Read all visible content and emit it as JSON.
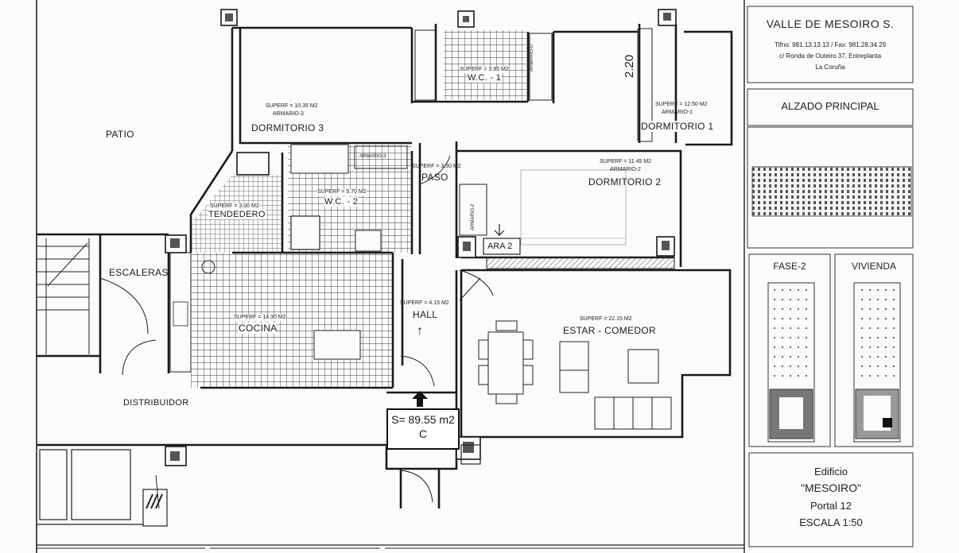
{
  "rooms": {
    "patio": "PATIO",
    "dormitorio3": {
      "name": "DORMITORIO 3",
      "superficie": "SUPERF = 10.35 M2",
      "armario": "ARMARIO-3"
    },
    "wc1": {
      "name": "W.C. - 1",
      "superficie": "SUPERF = 3.95 M2"
    },
    "dormitorio1": {
      "name": "DORMITORIO 1",
      "superficie": "SUPERF = 12.50 M2",
      "armario": "ARMARIO-1"
    },
    "paso": {
      "name": "PASO",
      "superficie": "SUPERF = 3.50 M2"
    },
    "dormitorio2": {
      "name": "DORMITORIO 2",
      "superficie": "SUPERF = 11.45 M2",
      "armario": "ARMARIO-2"
    },
    "wc2": {
      "name": "W.C. - 2",
      "superficie": "SUPERF = 5.70 M2"
    },
    "tendedero": {
      "name": "TENDEDERO",
      "superficie": "SUPERF = 3.00 M2"
    },
    "escaleras": "ESCALERAS",
    "cocina": {
      "name": "COCINA",
      "superficie": "SUPERF = 14.30 M2"
    },
    "hall": {
      "name": "HALL",
      "superficie": "SUPERF = 4.15 M2"
    },
    "estar": {
      "name": "ESTAR - COMEDOR",
      "superficie": "SUPERF = 22.15 M2"
    },
    "distribuidor": "DISTRIBUIDOR"
  },
  "annotations": {
    "armario3_small": "ARMARIO-3",
    "armario_d": "ARMARIO-D",
    "armario2_small": "ARMARIO-2",
    "height_note": "2.20",
    "hand_note": "ARA 2",
    "arrow_up": "↑",
    "entrance_arrow": "▲"
  },
  "surface_box": {
    "line1": "S= 89.55 m2",
    "line2": "C"
  },
  "title_block": {
    "company": "VALLE DE MESOIRO S.",
    "phone": "Tlfno: 981.13.13.13 / Fax: 981.28.34.29",
    "address": "c/ Ronda de Outeiro 37, Entreplanta",
    "city": "La Coruña",
    "elevation_title": "ALZADO PRINCIPAL",
    "fase": "FASE-2",
    "vivienda": "VIVIENDA",
    "building_label": "Edificio",
    "building_name": "\"MESOIRO\"",
    "portal": "Portal 12",
    "scale": "ESCALA 1:50"
  },
  "colors": {
    "line": "#1a1a1a",
    "paper": "#fbfbfb",
    "grid": "#3a3a3a",
    "hatch": "#555555"
  }
}
